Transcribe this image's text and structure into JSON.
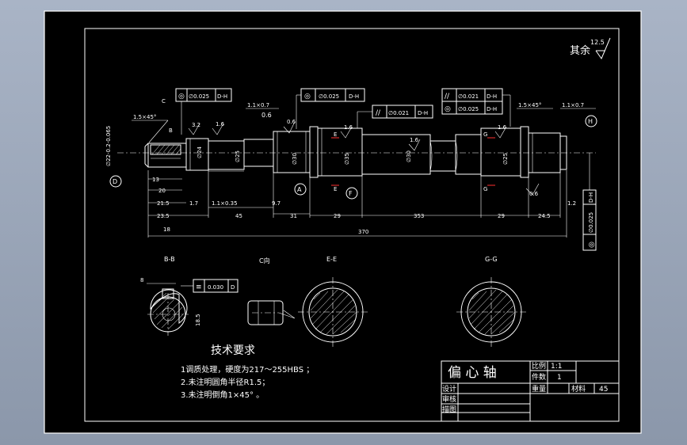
{
  "roughness": {
    "label": "其余",
    "value": "12.5"
  },
  "tolerances": {
    "t1": {
      "symbol": "◎",
      "value": "∅0.025",
      "datum": "D-H"
    },
    "t2": {
      "symbol": "◎",
      "value": "∅0.025",
      "datum": "D-H"
    },
    "t3": {
      "symbol": "//",
      "value": "∅0.021",
      "datum": "D-H"
    },
    "t4": {
      "symbol": "//",
      "value": "∅0.021",
      "datum": "D-H"
    },
    "t5": {
      "symbol": "◎",
      "value": "∅0.025",
      "datum": "D-H"
    },
    "t6": {
      "symbol": "≡",
      "value": "0.030",
      "datum": "D"
    },
    "t7": {
      "symbol": "◎",
      "value": "∅0.025",
      "datum": "D-H"
    }
  },
  "dims": {
    "chamfer_left": "1.5×45°",
    "chamfer_right": "1.5×45°",
    "c1": "1.1×0.7",
    "c2": "1.1×0.7",
    "groove": "1.1×0.35",
    "r1": "3.2",
    "r2": "1.6",
    "r3": "0.6",
    "r4": "1.6",
    "r5": "1.6",
    "r6": "1.6",
    "r7": "0.6",
    "d_end": "∅22-0.2-0.065",
    "w1": "13",
    "w2": "20",
    "w3": "21.5",
    "w4": "23.5",
    "w5": "18",
    "w6": "1.7",
    "w7": "45",
    "w8": "9.7",
    "w9": "31",
    "w10": "29",
    "w11": "353",
    "w12": "29",
    "w13": "24.5",
    "w14": "1.2",
    "total": "370",
    "d_a": "∅24",
    "d_b": "∅25",
    "d_c": "∅30",
    "d_d": "∅35",
    "d_e": "∅30",
    "d_f": "∅25",
    "sec_b": "8",
    "sec_b2": "18.5"
  },
  "markers": {
    "c": "C",
    "b": "B",
    "e": "E",
    "g": "G",
    "d": "D",
    "h": "H",
    "a": "A",
    "f": "F"
  },
  "views": {
    "bb": "B-B",
    "c": "C向",
    "ee": "E-E",
    "gg": "G-G"
  },
  "requirements": {
    "title": "技术要求",
    "items": [
      "1调质处理，硬度为217～255HBS ；",
      "2.未注明圆角半径R1.5；",
      "3.未注明倒角1×45° 。"
    ]
  },
  "title_block": {
    "name": "偏 心 轴",
    "scale_label": "比例",
    "scale": "1:1",
    "qty_label": "件数",
    "qty": "1",
    "weight_label": "重量",
    "material_label": "材料",
    "material": "45",
    "design": "设计",
    "check": "审核",
    "drawn": "描图"
  },
  "colors": {
    "background": "#000000",
    "line": "#ffffff",
    "accent": "#ff3030",
    "frame": "#a9b4c6"
  }
}
